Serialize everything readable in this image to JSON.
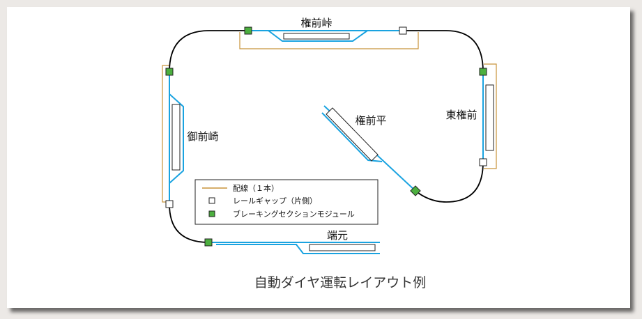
{
  "stations": {
    "top": "権前峠",
    "left": "御前崎",
    "right": "東権前",
    "center": "権前平",
    "bottom": "端元"
  },
  "legend": {
    "wiring": "配線（１本）",
    "rail_gap": "レールギャップ（片側）",
    "braking_module": "ブレーキングセクションモジュール"
  },
  "caption": "自動ダイヤ運転レイアウト例",
  "colors": {
    "background": "#ece9e6",
    "track": "#000000",
    "section": "#1aa3e0",
    "wiring": "#c8933a",
    "braking_module": "#4caf3f",
    "rail_gap": "#ffffff"
  }
}
